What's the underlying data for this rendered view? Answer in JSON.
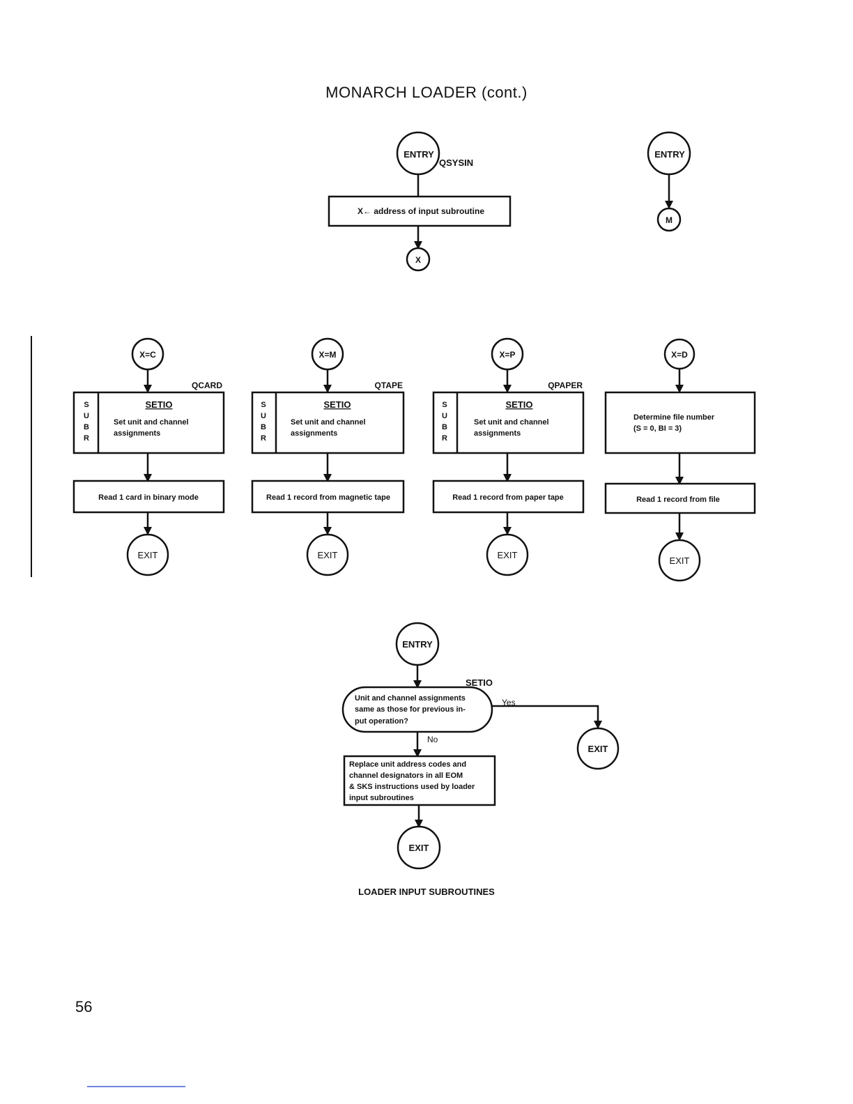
{
  "header": {
    "title": "MONARCH LOADER (cont.)"
  },
  "page_number": "56",
  "caption": "LOADER INPUT SUBROUTINES",
  "top_flows": {
    "left": {
      "entry": "ENTRY",
      "entry_tag": "QSYSIN",
      "process": "X← address of input subroutine",
      "connector": "X"
    },
    "right": {
      "entry": "ENTRY",
      "connector": "M"
    }
  },
  "columns": [
    {
      "connector": "X=C",
      "tag": "QCARD",
      "subr_letters": [
        "S",
        "U",
        "B",
        "R"
      ],
      "subr_name": "SETIO",
      "desc_line1": "Set unit and channel",
      "desc_line2": "assignments",
      "process": "Read 1 card in binary mode",
      "exit": "EXIT"
    },
    {
      "connector": "X=M",
      "tag": "QTAPE",
      "subr_letters": [
        "S",
        "U",
        "B",
        "R"
      ],
      "subr_name": "SETIO",
      "desc_line1": "Set unit and channel",
      "desc_line2": "assignments",
      "process": "Read 1 record from magnetic tape",
      "exit": "EXIT"
    },
    {
      "connector": "X=P",
      "tag": "QPAPER",
      "subr_letters": [
        "S",
        "U",
        "B",
        "R"
      ],
      "subr_name": "SETIO",
      "desc_line1": "Set unit and channel",
      "desc_line2": "assignments",
      "process": "Read 1 record from paper tape",
      "exit": "EXIT"
    },
    {
      "connector": "X=D",
      "desc_line1": "Determine file number",
      "desc_line2": "(S = 0, BI = 3)",
      "process": "Read 1 record from file",
      "exit": "EXIT"
    }
  ],
  "setio_flow": {
    "entry": "ENTRY",
    "tag": "SETIO",
    "decision_lines": [
      "Unit and channel assignments",
      "same as those for previous in-",
      "put operation?"
    ],
    "yes_label": "Yes",
    "no_label": "No",
    "process_lines": [
      "Replace unit address codes and",
      "channel designators in all EOM",
      "& SKS instructions used by loader",
      "input subroutines"
    ],
    "exit_yes": "EXIT",
    "exit_no": "EXIT"
  }
}
